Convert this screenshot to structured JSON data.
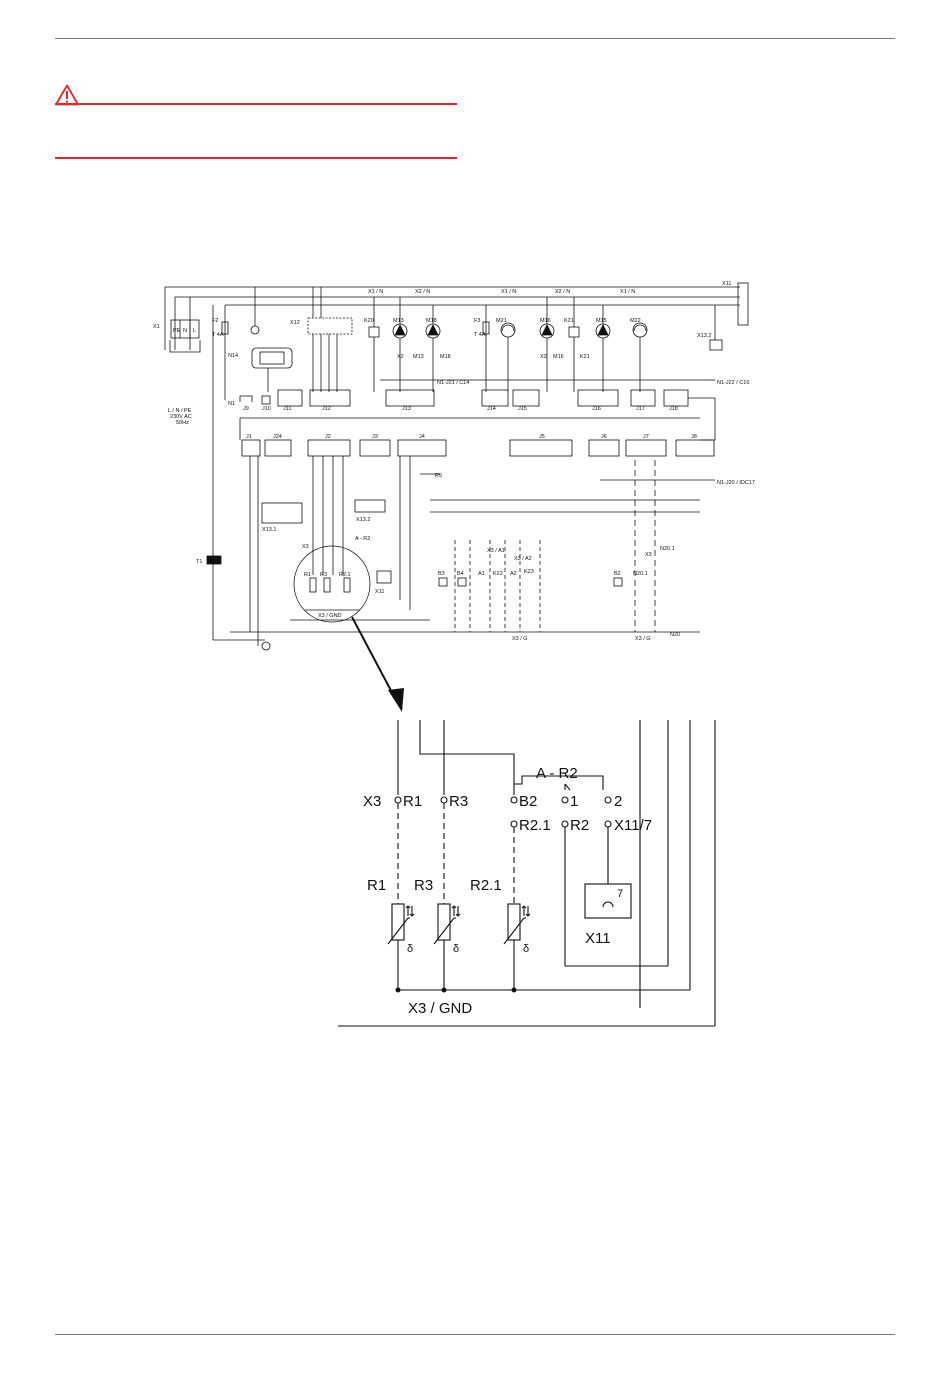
{
  "warning": {
    "icon": "warning-triangle-icon",
    "color": "#e0262e"
  },
  "overview": {
    "power_label_1": "L / N / PE",
    "power_label_2": "230V AC",
    "power_label_3": "50Hz",
    "fuse_f2": "F2",
    "fuse_f2_rating": "T 4A",
    "fuse_f3": "F3",
    "fuse_f3_rating": "T 4A",
    "x1": "X1",
    "x1_pins": [
      "PE",
      "N",
      "L"
    ],
    "x11": "X11",
    "x12": "X12",
    "x13_2a": "X13.2",
    "x13_2b": "X13.2",
    "x13_1": "X13.1",
    "n14": "N14",
    "n1": "N1",
    "t1": "T1",
    "n20": "N20",
    "r5": "R5",
    "bus_a": "X1 / N",
    "bus_b": "X2 / N",
    "bus_c": "X1 / N",
    "bus_d": "X2 / N",
    "bus_e": "X1 / N",
    "n1_j21": "N1-J21 / C14",
    "n1_j22": "N1-J22 / C16",
    "n1_j20": "N1-J20 / IDC17",
    "k20": "K20",
    "k21": "K21",
    "m13": "M13",
    "m18": "M18",
    "m21": "M21",
    "m16": "M16",
    "m15": "M15",
    "m22": "M22",
    "x2_m13": "X2",
    "m13b": "M13",
    "m18b": "M18",
    "x2_m16": "X2",
    "m16b": "M16",
    "k21b": "K21",
    "connectors": [
      "J11",
      "J12",
      "J13",
      "J14",
      "J15",
      "J16",
      "J17",
      "J18",
      "J1",
      "J24",
      "J2",
      "J3",
      "J4",
      "J5",
      "J6",
      "J7",
      "J8",
      "J9",
      "J10"
    ],
    "a_r2": "A - R2",
    "x3_r1": "X3",
    "r1": "R1",
    "r3": "R3",
    "r2_1": "R2.1",
    "x3_gnd": "X3 / GND",
    "x11b": "X11",
    "x3_a1": "X3 / A1",
    "x3_a2": "X3 / A2",
    "b3": "B3",
    "b4": "B4",
    "a1": "A1",
    "k22": "K22",
    "a2": "A2",
    "k23": "K23",
    "b2": "B2",
    "n20_1": "N20.1",
    "x3": "X3",
    "n20_1b": "N20.1",
    "x3_g1": "X3 / G",
    "x3_g2": "X3 / G"
  },
  "detail": {
    "a_r2": "A - R2",
    "x3": "X3",
    "r1_terminal": "R1",
    "r3_terminal": "R3",
    "b2": "B2",
    "pin_1": "1",
    "pin_2": "2",
    "r2_1_terminal": "R2.1",
    "r2": "R2",
    "x11_7": "X11/7",
    "r1": "R1",
    "r3": "R3",
    "r2_1": "R2.1",
    "delta": "δ",
    "pin_7": "7",
    "x11": "X11",
    "x3_gnd": "X3 / GND"
  }
}
